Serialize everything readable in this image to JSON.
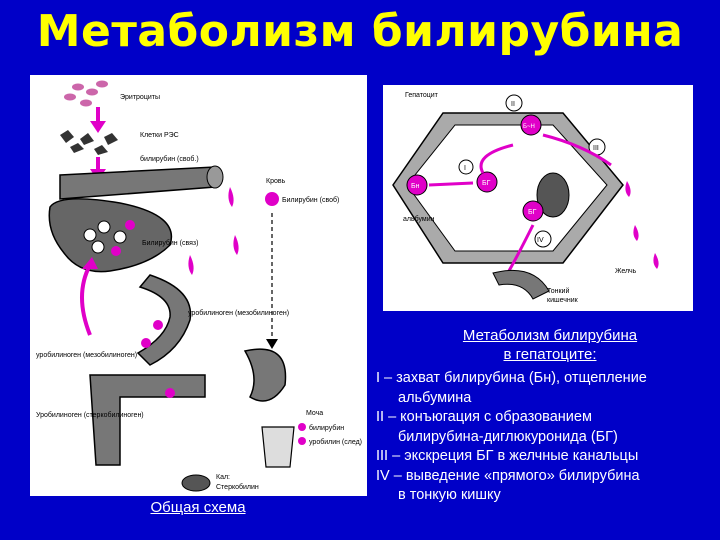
{
  "title": "Метаболизм билирубина",
  "left_diagram": {
    "caption": "Общая схема",
    "labels": {
      "erythrocytes": "Эритроциты",
      "res_cells": "Клетки РЭС",
      "bilirubin_free": "билирубин (своб.)",
      "blood": "Кровь",
      "blood_bilirubin": "Билирубин (своб)",
      "bilirubin_bound": "Билирубин (связ)",
      "urobilinogen_meso": "уробилиноген (мезобилиноген)",
      "urobilinogen_left": "уробилиноген (мезобилиноген)",
      "urobilinogen_sterco": "Уробилиноген (стеркобилиноген)",
      "urine": "Моча",
      "urine_bilirubin": "билирубин",
      "urine_urobilin": "уробилин (след)",
      "feces": "Кал:",
      "stercobilin": "Стеркобилин"
    }
  },
  "right_diagram": {
    "caption_line1": "Метаболизм билирубина",
    "caption_line2": "в гепатоците:",
    "labels": {
      "hepatocyte": "Гепатоцит",
      "albumin": "альбумин",
      "bile": "Желчь",
      "small_intestine_1": "Тонкий",
      "small_intestine_2": "кишечник",
      "bn": "Бн",
      "bg": "БГ",
      "bg2": "БГ",
      "b_ch": "Б~Н",
      "roman_1": "I",
      "roman_2": "II",
      "roman_3": "III",
      "roman_4": "IV"
    }
  },
  "steps": [
    {
      "line1": "I – захват билирубина (Бн), отщепление",
      "line2": "альбумина"
    },
    {
      "line1": "II – конъюгация с образованием",
      "line2": "билирубина-диглюкуронида (БГ)"
    },
    {
      "line1": "III – экскреция БГ в  желчные канальцы",
      "line2": ""
    },
    {
      "line1": "IV – выведение «прямого» билирубина",
      "line2": "в тонкую кишку"
    }
  ],
  "colors": {
    "background": "#0000c8",
    "title": "#ffff00",
    "magenta": "#e000c8",
    "text": "#ffffff"
  }
}
